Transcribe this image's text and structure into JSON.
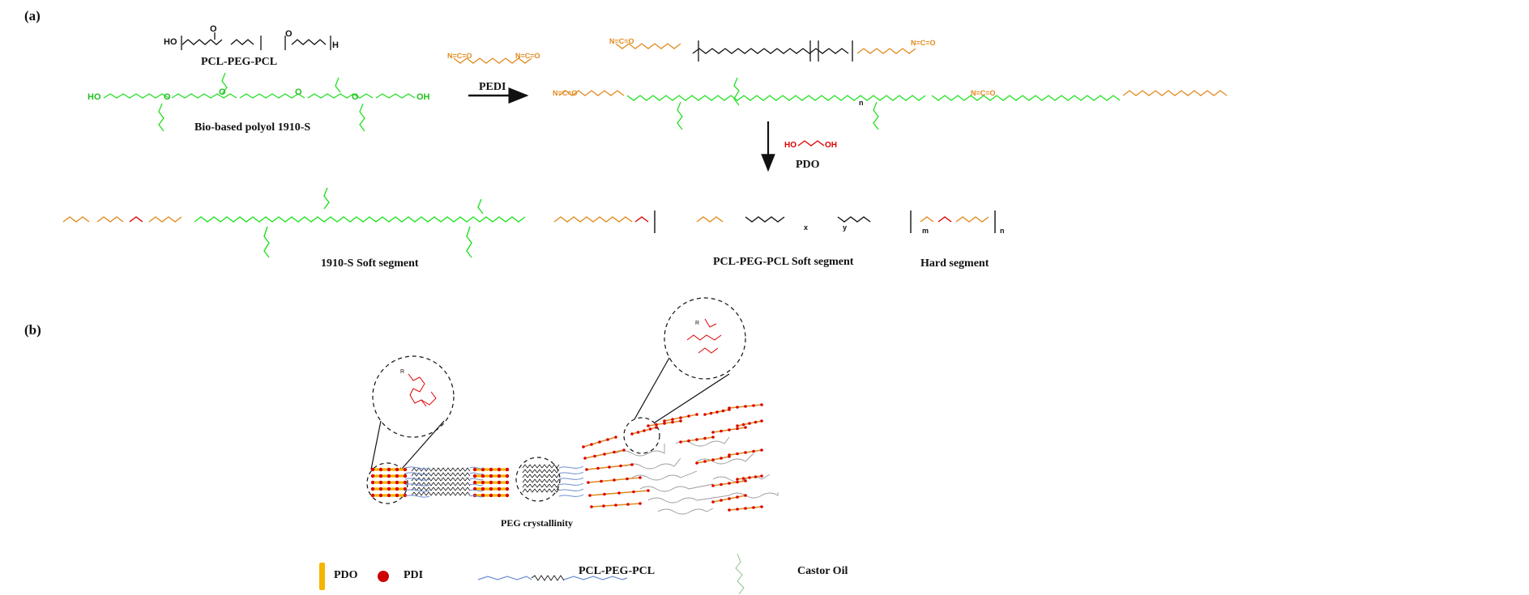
{
  "panels": {
    "a": "(a)",
    "b": "(b)"
  },
  "scheme": {
    "pcl_peg_pcl_label": "PCL-PEG-PCL",
    "polyol_label": "Bio-based polyol 1910-S",
    "reagent1_label": "PEDI",
    "reagent2_label": "PDO",
    "seg_1910s": "1910-S Soft segment",
    "seg_pclpegpcl": "PCL-PEG-PCL Soft segment",
    "seg_hard": "Hard segment",
    "atoms": {
      "ho": "HO",
      "oh": "OH",
      "h": "H",
      "o": "O",
      "n": "N",
      "x": "x",
      "y": "y",
      "m": "m",
      "nsub": "n",
      "r": "R",
      "nco": "N=C=O"
    }
  },
  "diagram": {
    "peg_crystallinity": "PEG crystallinity"
  },
  "legend": {
    "pdo": "PDO",
    "pdi": "PDI",
    "pcl_peg_pcl": "PCL-PEG-PCL",
    "castor_oil": "Castor Oil"
  },
  "colors": {
    "green": "#22e022",
    "orange": "#e08a1e",
    "red": "#dd0000",
    "black": "#111111",
    "yellow": "#f5b400",
    "blue_chain": "#6f8fd0",
    "gray_chain": "#9a9a9a"
  }
}
